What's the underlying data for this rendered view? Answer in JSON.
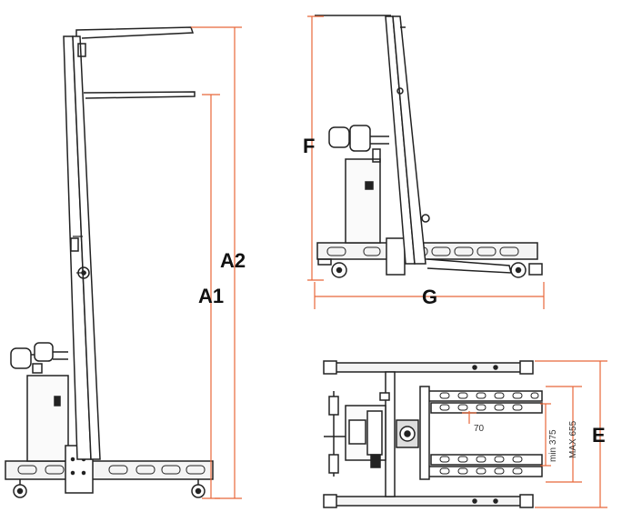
{
  "labels": {
    "a1": "A1",
    "a2": "A2",
    "f": "F",
    "g": "G",
    "e": "E",
    "min": "min 375",
    "max": "MAX 655",
    "seventy": "70"
  },
  "colors": {
    "dimension": "#e8683a",
    "line": "#222222",
    "frame_fill": "#f4f4f4"
  }
}
